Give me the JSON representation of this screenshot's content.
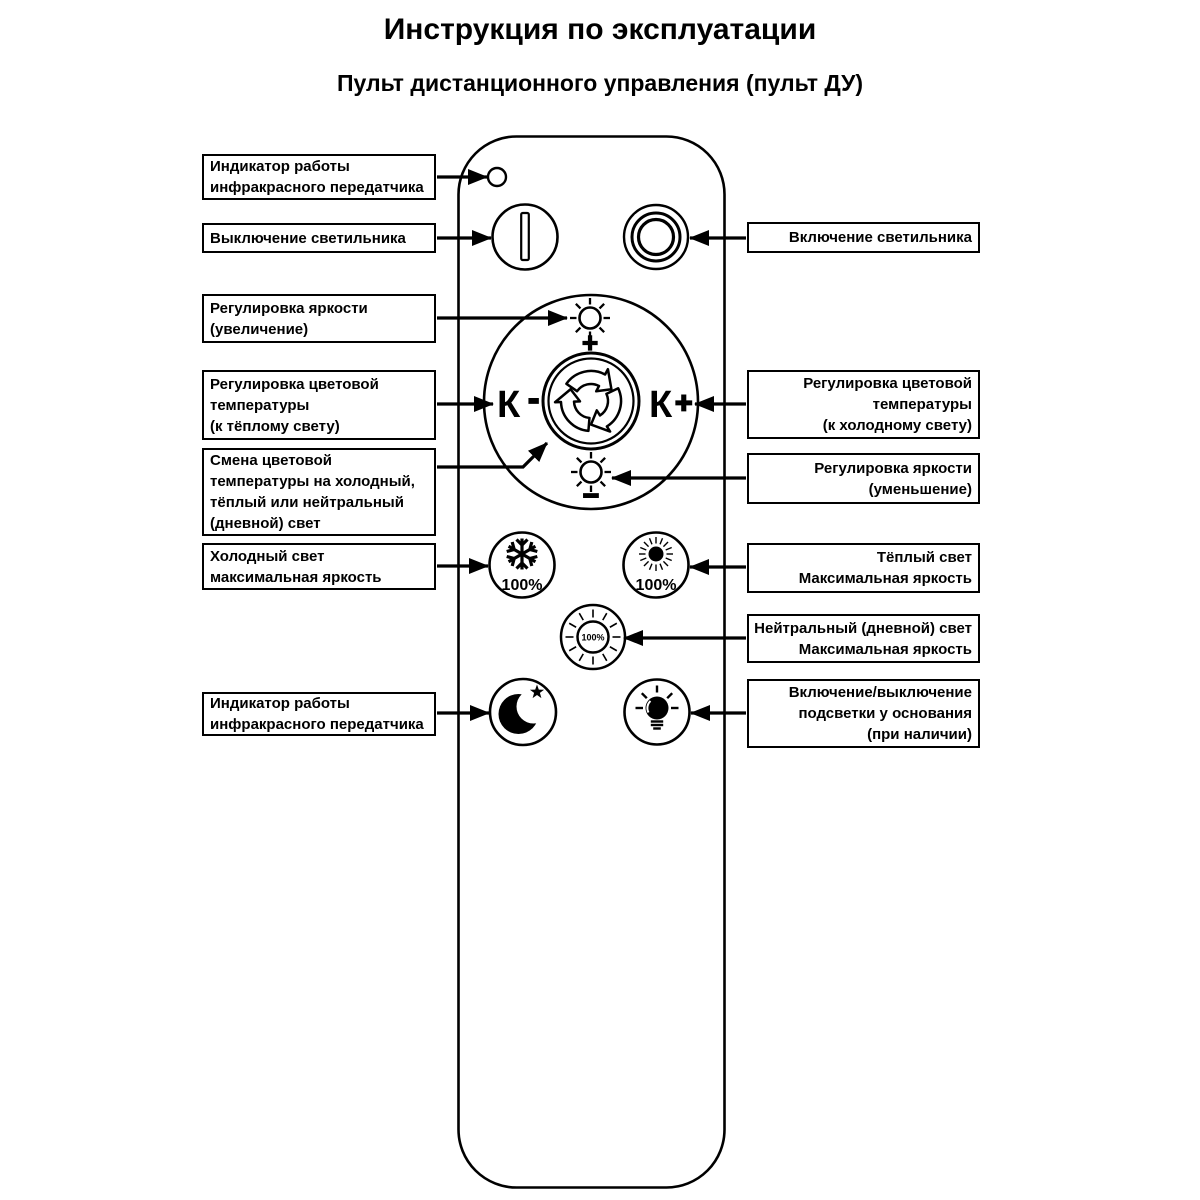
{
  "title": "Инструкция по эксплуатации",
  "subtitle": "Пульт дистанционного управления (пульт ДУ)",
  "labels_left": [
    {
      "text": "Индикатор работы\nинфракрасного передатчика"
    },
    {
      "text": "Выключение светильника"
    },
    {
      "text": "Регулировка яркости\n(увеличение)"
    },
    {
      "text": "Регулировка цветовой\nтемпературы\n(к тёплому свету)"
    },
    {
      "text": "Смена цветовой\nтемпературы на холодный,\nтёплый или нейтральный\n(дневной) свет"
    },
    {
      "text": "Холодный свет\nмаксимальная яркость"
    },
    {
      "text": "Индикатор работы\nинфракрасного передатчика"
    }
  ],
  "labels_right": [
    {
      "text": "Включение светильника"
    },
    {
      "text": "Регулировка цветовой\nтемпературы\n(к холодному свету)"
    },
    {
      "text": "Регулировка яркости\n(уменьшение)"
    },
    {
      "text": "Тёплый свет\nМаксимальная яркость"
    },
    {
      "text": "Нейтральный (дневной) свет\nМаксимальная яркость"
    },
    {
      "text": "Включение/выключение\nподсветки у основания\n(при наличии)"
    }
  ],
  "remote": {
    "k_minus_letter": "К",
    "k_minus_sign": "-",
    "k_plus_letter": "К",
    "k_plus_sign": "+",
    "brightness_increase_sign": "+",
    "brightness_decrease_sign": "−",
    "cold_max_percent": "100%",
    "warm_max_percent": "100%",
    "neutral_max_percent": "100%"
  }
}
